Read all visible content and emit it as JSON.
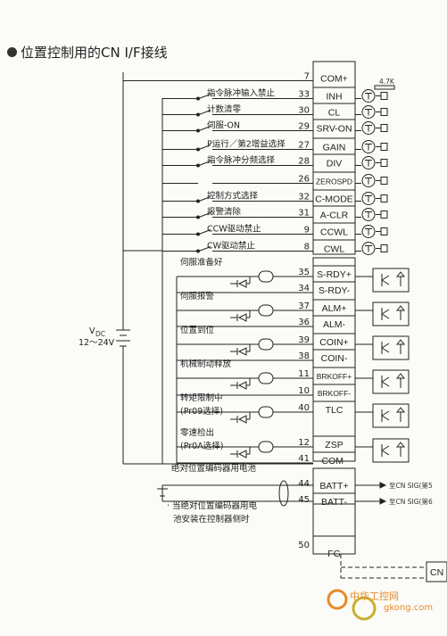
{
  "title": "位置控制用的CN Ⅰ/F接线",
  "inputs": [
    {
      "pin": "7",
      "signal": "COM+",
      "label": ""
    },
    {
      "pin": "33",
      "signal": "INH",
      "label": "指令脉冲输入禁止"
    },
    {
      "pin": "30",
      "signal": "CL",
      "label": "计数清零"
    },
    {
      "pin": "29",
      "signal": "SRV-ON",
      "label": "伺服-ON"
    },
    {
      "pin": "27",
      "signal": "GAIN",
      "label": "P运行／第2增益选择"
    },
    {
      "pin": "28",
      "signal": "DIV",
      "label": "指令脉冲分频选择"
    },
    {
      "pin": "26",
      "signal": "ZEROSPD",
      "label": ""
    },
    {
      "pin": "32",
      "signal": "C-MODE",
      "label": "控制方式选择"
    },
    {
      "pin": "31",
      "signal": "A-CLR",
      "label": "报警清除"
    },
    {
      "pin": "9",
      "signal": "CCWL",
      "label": "CCW驱动禁止"
    },
    {
      "pin": "8",
      "signal": "CWL",
      "label": "CW驱动禁止"
    }
  ],
  "outputs": [
    {
      "pins": [
        "35",
        "34"
      ],
      "signals": [
        "S-RDY+",
        "S-RDY-"
      ],
      "label": "伺服准备好",
      "sub": ""
    },
    {
      "pins": [
        "37",
        "36"
      ],
      "signals": [
        "ALM+",
        "ALM-"
      ],
      "label": "伺服报警",
      "sub": ""
    },
    {
      "pins": [
        "39",
        "38"
      ],
      "signals": [
        "COIN+",
        "COIN-"
      ],
      "label": "位置到位",
      "sub": ""
    },
    {
      "pins": [
        "11",
        "10"
      ],
      "signals": [
        "BRKOFF+",
        "BRKOFF-"
      ],
      "label": "机械制动释放",
      "sub": ""
    },
    {
      "pins": [
        "40"
      ],
      "signals": [
        "TLC"
      ],
      "label": "转矩限制中",
      "sub": "(Pr09选择)"
    },
    {
      "pins": [
        "12",
        "41"
      ],
      "signals": [
        "ZSP",
        "COM-"
      ],
      "label": "零速检出",
      "sub": "(Pr0A选择)"
    }
  ],
  "battery": [
    {
      "pin": "44",
      "signal": "BATT+",
      "dest": "至CN SIG(第5"
    },
    {
      "pin": "45",
      "signal": "BATT-",
      "dest": "至CN SIG(第6"
    }
  ],
  "battery_label": "绝对位置编码器用电池",
  "battery_note_line1": "· 当绝对位置编码器用电",
  "battery_note_line2": "池安装在控制器侧时",
  "fg": {
    "pin": "50",
    "signal": "FG"
  },
  "resistor_label": "4.7K",
  "vdc_label": "V",
  "vdc_sub": "DC",
  "vdc_range": "12～24V",
  "cn_label": "CN",
  "watermark_cn": "中华工控网",
  "watermark_url": "gkong.com"
}
